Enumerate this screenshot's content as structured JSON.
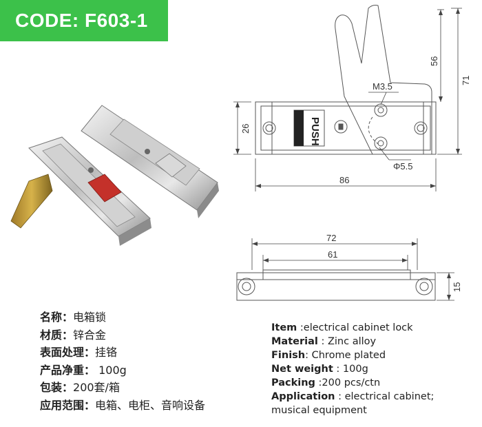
{
  "badge": {
    "code": "CODE: F603-1",
    "color": "#3cc14a"
  },
  "top_view": {
    "push_label": "PUSH",
    "dim_m35": "M3.5",
    "dim_56": "56",
    "dim_71": "71",
    "dim_26": "26",
    "dim_phi55": "Φ5.5",
    "dim_86": "86"
  },
  "side_view": {
    "dim_72": "72",
    "dim_61": "61",
    "dim_15": "15"
  },
  "spec_cn": [
    {
      "key": "名称：",
      "value": "电箱锁"
    },
    {
      "key": "材质：",
      "value": "锌合金"
    },
    {
      "key": "表面处理：",
      "value": "挂铬"
    },
    {
      "key": "产品净重：",
      "value": " 100g"
    },
    {
      "key": "包装：",
      "value": "200套/箱"
    },
    {
      "key": "应用范围：",
      "value": "电箱、电柜、音响设备"
    }
  ],
  "spec_en": [
    {
      "key": "Item",
      "value": " :electrical cabinet lock"
    },
    {
      "key": "Material",
      "value": " : Zinc alloy"
    },
    {
      "key": "Finish",
      "value": ": Chrome plated"
    },
    {
      "key": "Net weight",
      "value": " : 100g"
    },
    {
      "key": "Packing",
      "value": " :200  pcs/ctn"
    },
    {
      "key": "Application",
      "value": " : electrical cabinet;"
    },
    {
      "key": "",
      "value": "musical equipment"
    }
  ]
}
